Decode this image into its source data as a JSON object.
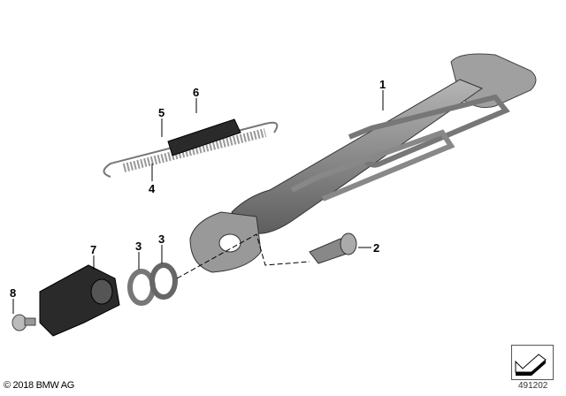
{
  "callouts": [
    {
      "id": "c1",
      "label": "1",
      "part": "side-stand"
    },
    {
      "id": "c2",
      "label": "2",
      "part": "bolt"
    },
    {
      "id": "c3a",
      "label": "3",
      "part": "washer"
    },
    {
      "id": "c3b",
      "label": "3",
      "part": "washer"
    },
    {
      "id": "c4",
      "label": "4",
      "part": "spring"
    },
    {
      "id": "c5",
      "label": "5",
      "part": "spring"
    },
    {
      "id": "c6",
      "label": "6",
      "part": "sleeve"
    },
    {
      "id": "c7",
      "label": "7",
      "part": "switch"
    },
    {
      "id": "c8",
      "label": "8",
      "part": "screw"
    }
  ],
  "footer": {
    "copyright": "© 2018 BMW AG",
    "image_number": "491202"
  },
  "nav_icon": "arrow-down-left-icon",
  "colors": {
    "part_grey": "#8a8a8a",
    "dark_part": "#2a2a2a",
    "line": "#000000"
  }
}
